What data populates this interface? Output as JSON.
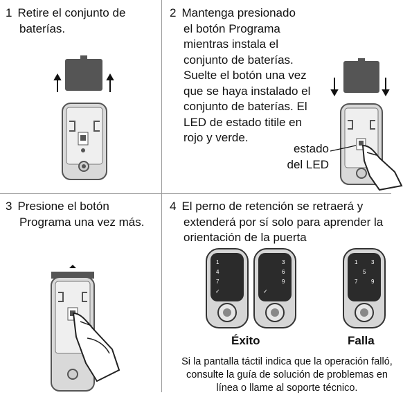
{
  "steps": [
    {
      "number": "1",
      "lines": [
        "Retire el conjunto de",
        "baterías."
      ]
    },
    {
      "number": "2",
      "lines": [
        "Mantenga presionado",
        "el botón Programa",
        "mientras instala el",
        "conjunto de baterías.",
        "Suelte el botón una vez",
        "que se haya instalado el",
        "conjunto de baterías. El",
        "LED de estado titile en",
        "rojo y verde."
      ]
    },
    {
      "number": "3",
      "lines": [
        "Presione el botón",
        "Programa una vez más."
      ]
    },
    {
      "number": "4",
      "lines": [
        "El perno de retención se retraerá y",
        "extenderá por sí solo para aprender la",
        "orientación de la puerta"
      ]
    }
  ],
  "led_callout": [
    "estado",
    "del LED"
  ],
  "results": {
    "success": "Éxito",
    "failure": "Falla"
  },
  "keypad_digits": {
    "success_left": [
      "1",
      "4",
      "7",
      "✓"
    ],
    "success_right": [
      "3",
      "6",
      "9",
      "✓"
    ],
    "failure": [
      "1",
      "3",
      "5",
      "7",
      "9"
    ]
  },
  "note_lines": [
    "Si la pantalla táctil indica que la operación falló,",
    "consulte la guía de solución de problemas en",
    "línea o llame al soporte técnico."
  ]
}
